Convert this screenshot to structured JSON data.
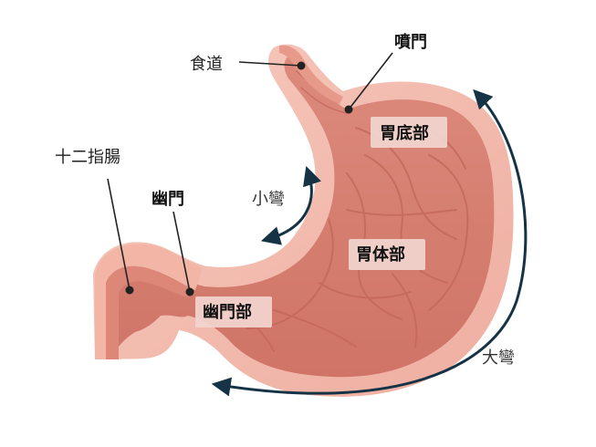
{
  "labels": {
    "esophagus": "食道",
    "cardia": "噴門",
    "fundus": "胃底部",
    "duodenum": "十二指腸",
    "lesser_curvature": "小彎",
    "pylorus": "幽門",
    "body": "胃体部",
    "pyloric_antrum": "幽門部",
    "greater_curvature": "大彎"
  },
  "colors": {
    "outer_wall": "#f3bcae",
    "inner_wall": "#e89a8a",
    "lumen": "#d77d6f",
    "fold": "#c7685c",
    "arrow": "#163346",
    "label_box": "#f1d3cc",
    "leader": "#222222"
  }
}
